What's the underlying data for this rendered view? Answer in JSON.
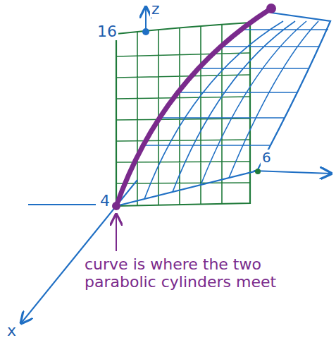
{
  "diagram": {
    "labels": [
      "z",
      "16",
      "4",
      "6",
      "x",
      "curve is where the two parabolic cylinders meet"
    ]
  }
}
